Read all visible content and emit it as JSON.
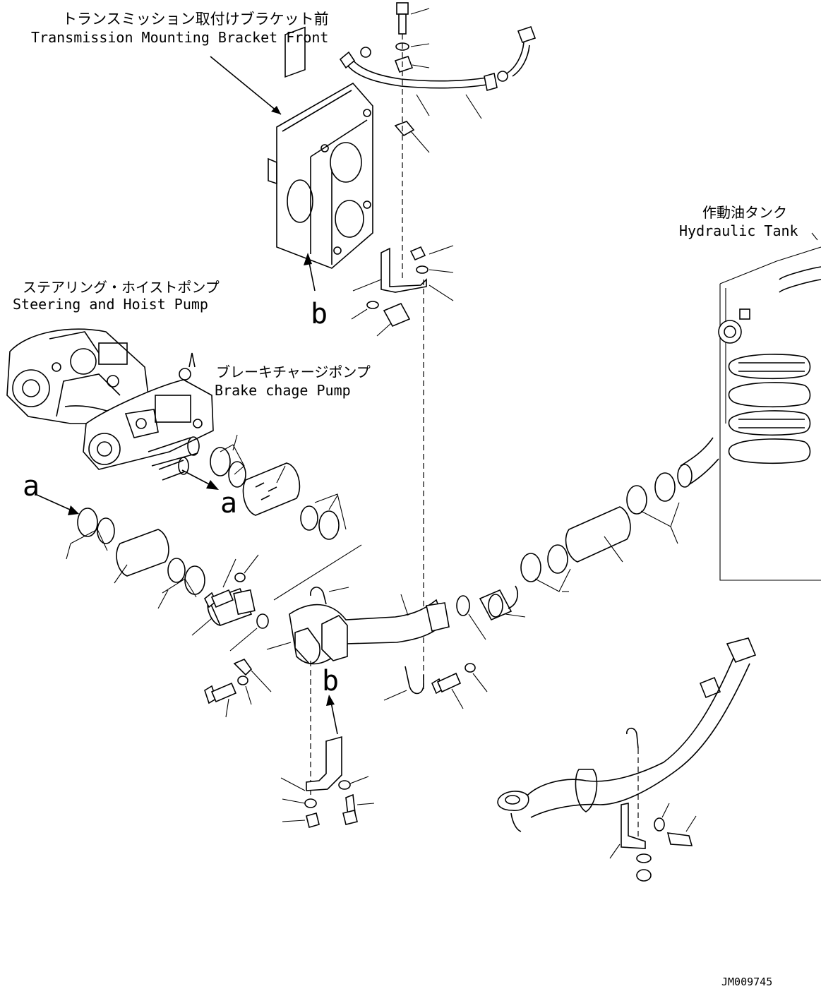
{
  "labels": {
    "transmission_jp": "トランスミッション取付けブラケット前",
    "transmission_en": "Transmission Mounting Bracket Front",
    "hydraulic_jp": "作動油タンク",
    "hydraulic_en": "Hydraulic Tank",
    "steering_jp": "ステアリング・ホイストポンプ",
    "steering_en": "Steering and Hoist Pump",
    "brake_jp": "ブレーキチャージポンプ",
    "brake_en": "Brake chage Pump",
    "ref_a": "a",
    "ref_b": "b",
    "drawing_no": "JM009745"
  }
}
